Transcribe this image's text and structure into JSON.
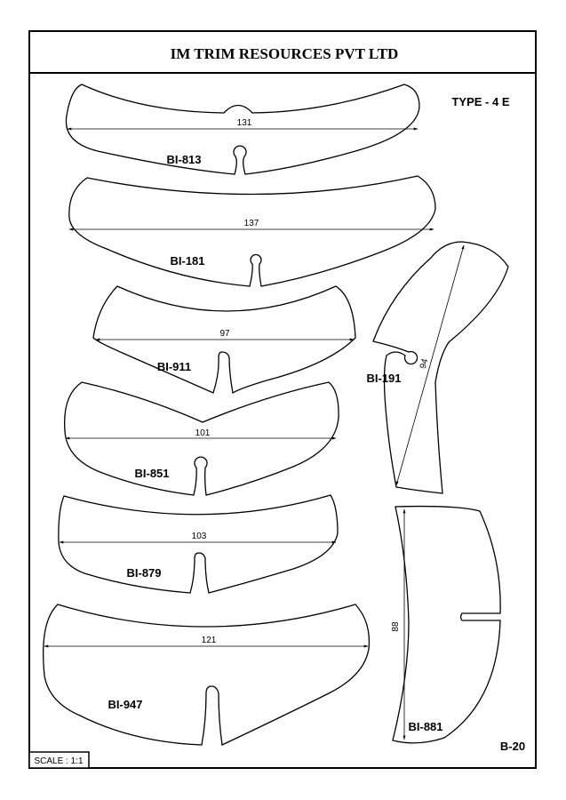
{
  "company": "IM TRIM RESOURCES PVT LTD",
  "type_label": "TYPE - 4 E",
  "scale_label": "SCALE : 1:1",
  "sheet_code": "B-20",
  "parts": [
    {
      "code": "BI-813",
      "dimension": "131"
    },
    {
      "code": "BI-181",
      "dimension": "137"
    },
    {
      "code": "BI-911",
      "dimension": "97"
    },
    {
      "code": "BI-851",
      "dimension": "101"
    },
    {
      "code": "BI-879",
      "dimension": "103"
    },
    {
      "code": "BI-947",
      "dimension": "121"
    },
    {
      "code": "BI-191",
      "dimension": "94"
    },
    {
      "code": "BI-881",
      "dimension": "88"
    }
  ]
}
